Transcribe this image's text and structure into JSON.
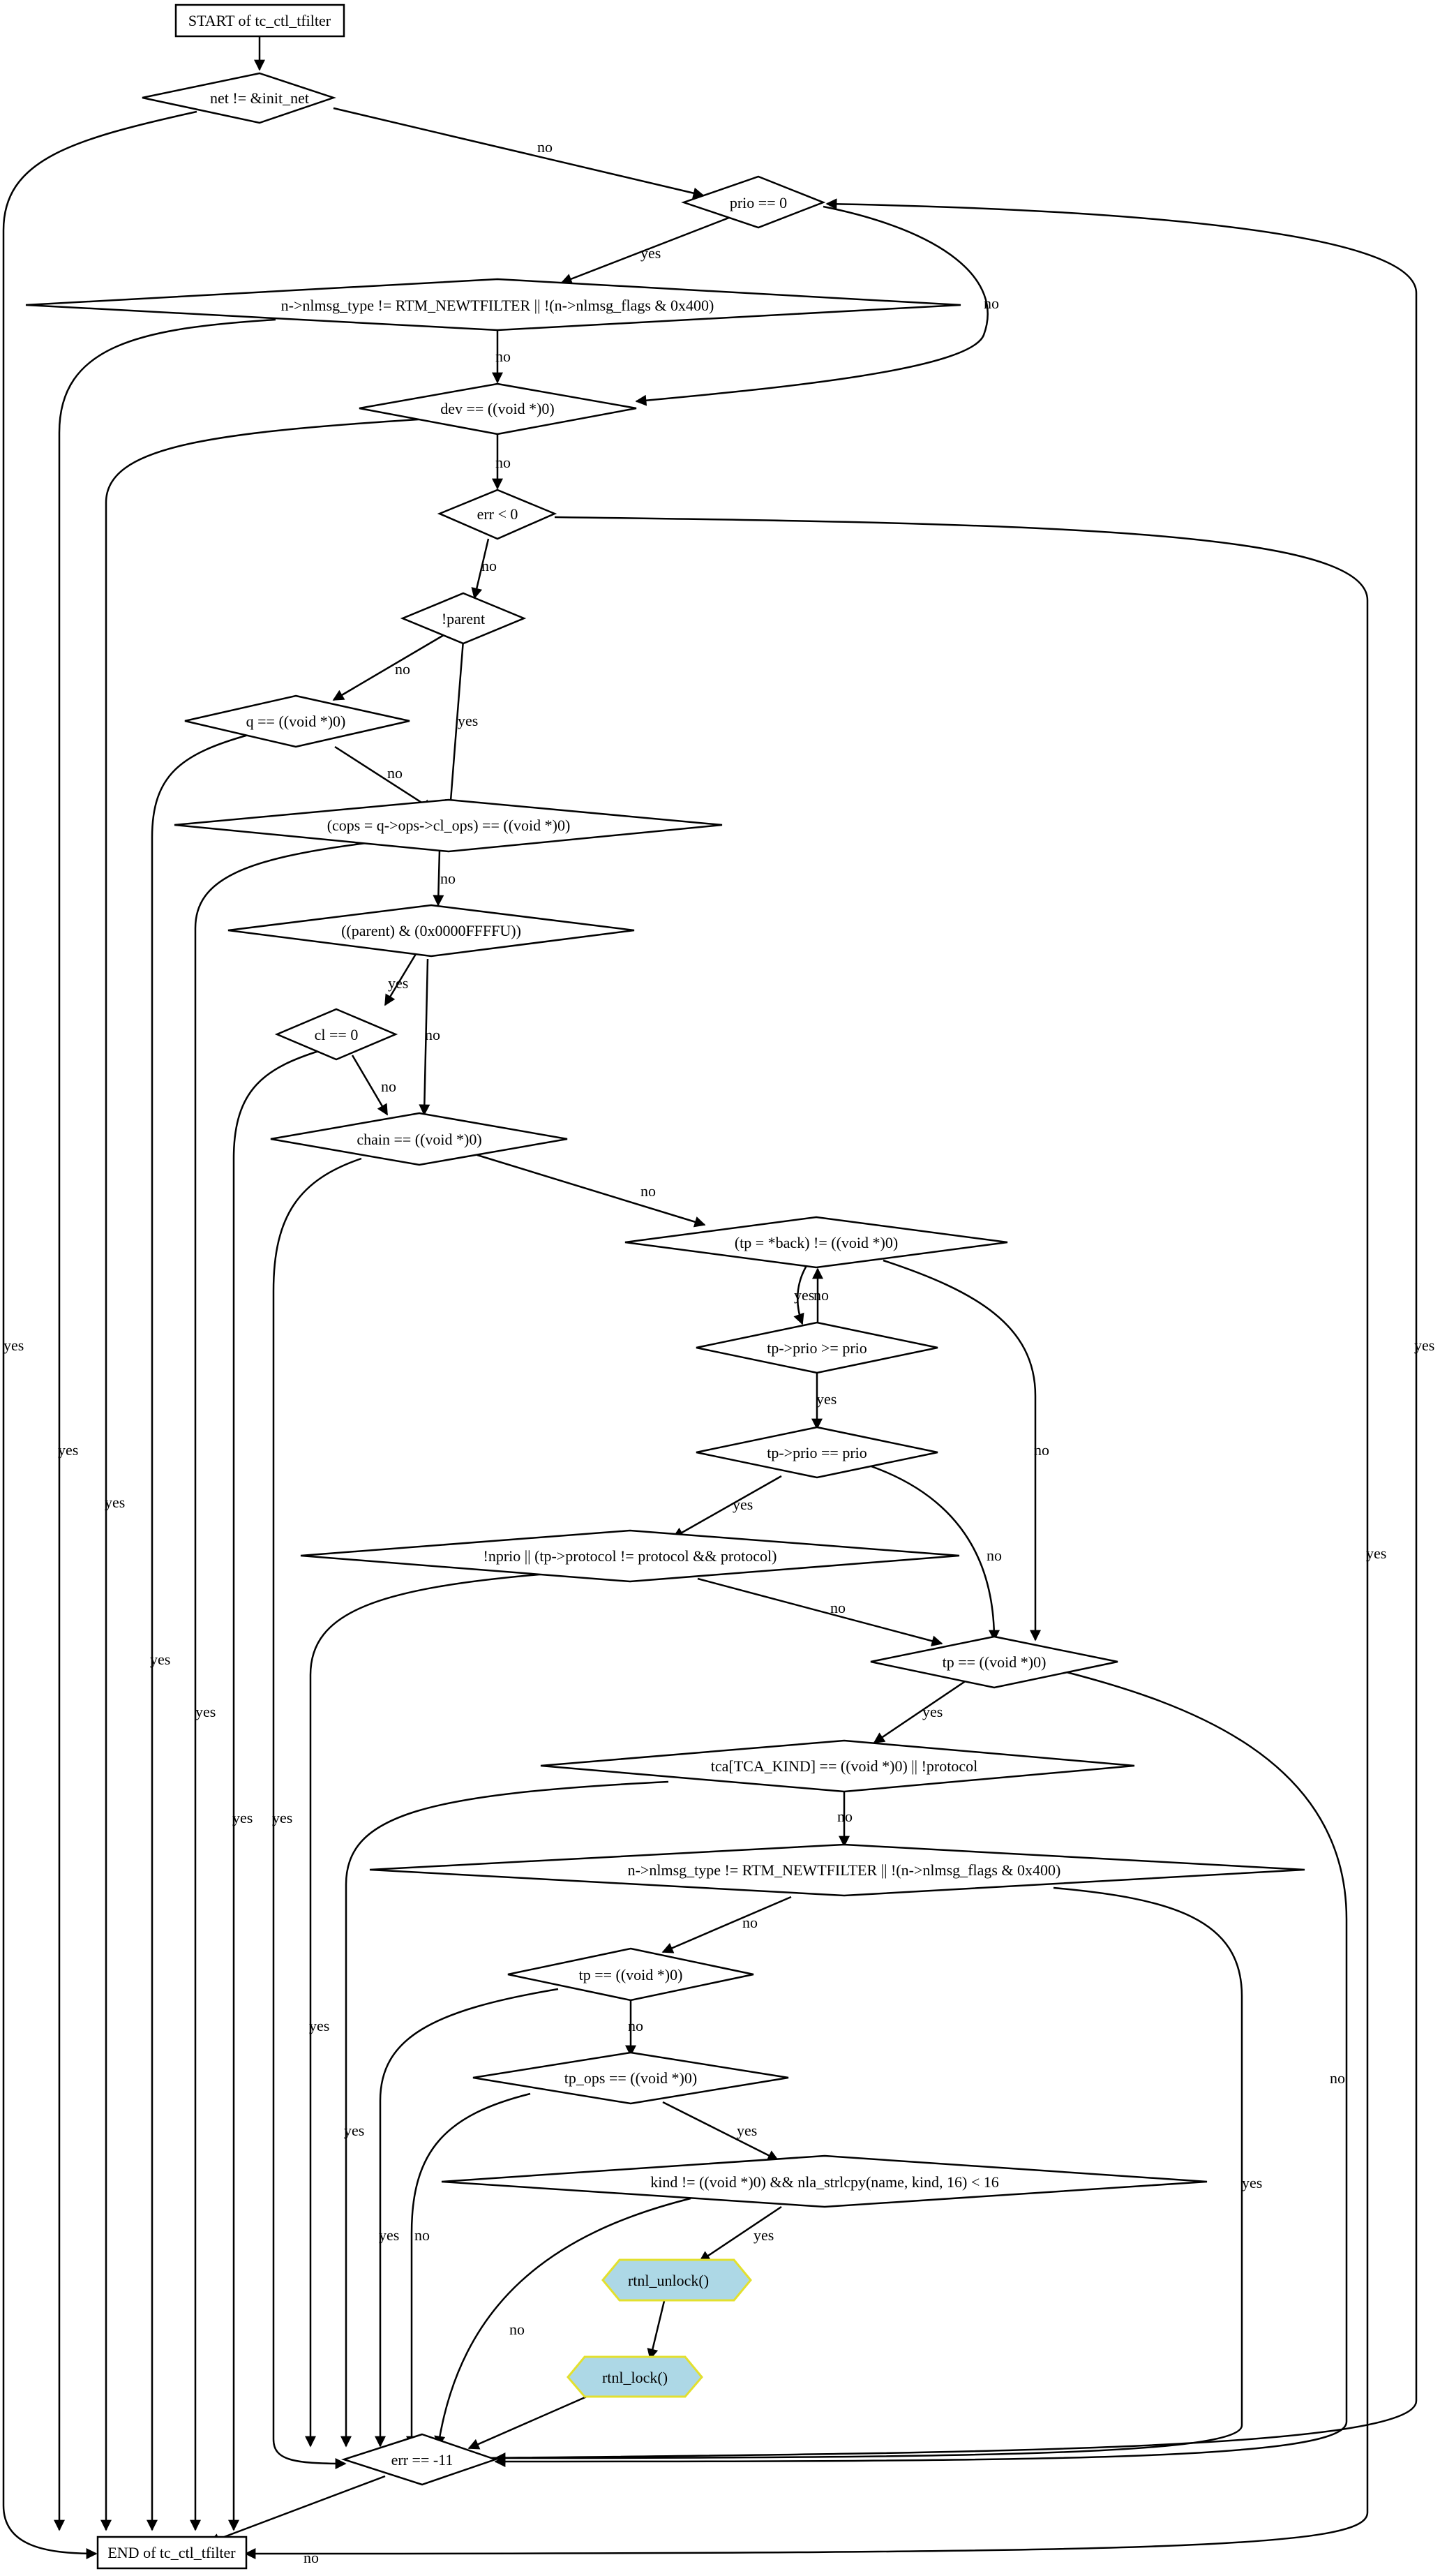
{
  "nodes": {
    "start": "START of tc_ctl_tfilter",
    "net": "net != &init_net",
    "prio": "prio == 0",
    "nlmsg1": "n->nlmsg_type != RTM_NEWTFILTER || !(n->nlmsg_flags & 0x400)",
    "dev": "dev == ((void *)0)",
    "err": "err < 0",
    "parent": "!parent",
    "q": "q == ((void *)0)",
    "cops": "(cops = q->ops->cl_ops) == ((void *)0)",
    "parentmask": "((parent) & (0x0000FFFFU))",
    "cl": "cl == 0",
    "chain": "chain == ((void *)0)",
    "tpback": "(tp = *back) != ((void *)0)",
    "tpprio_ge": "tp->prio >= prio",
    "tpprio_eq": "tp->prio == prio",
    "nprio": "!nprio || (tp->protocol != protocol && protocol)",
    "tpnull1": "tp == ((void *)0)",
    "tcakind": "tca[TCA_KIND] == ((void *)0) || !protocol",
    "nlmsg2": "n->nlmsg_type != RTM_NEWTFILTER || !(n->nlmsg_flags & 0x400)",
    "tpnull2": "tp == ((void *)0)",
    "tpops": "tp_ops == ((void *)0)",
    "kind": "kind != ((void *)0) && nla_strlcpy(name, kind, 16) < 16",
    "unlock": "rtnl_unlock()",
    "lock": "rtnl_lock()",
    "errset": "err == -11",
    "end": "END of tc_ctl_tfilter"
  },
  "edges": {
    "yes": "yes",
    "no": "no"
  },
  "colors": {
    "call_fill": "#add8e6",
    "call_stroke": "#e3e02e"
  }
}
